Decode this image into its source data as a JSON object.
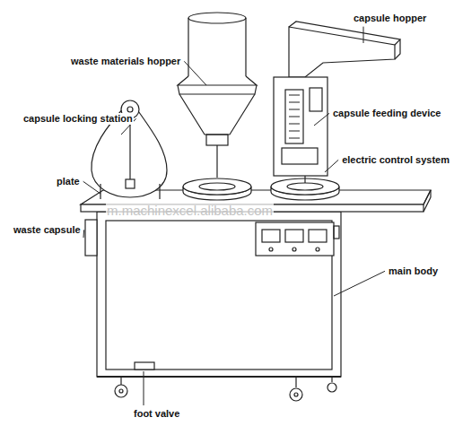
{
  "diagram": {
    "labels": [
      "capsule hopper",
      "waste materials hopper",
      "capsule locking station",
      "capsule feeding device",
      "electric control system",
      "plate",
      "waste capsule",
      "m.machinexcel.alibaba.com",
      "main body",
      "foot valve"
    ]
  }
}
